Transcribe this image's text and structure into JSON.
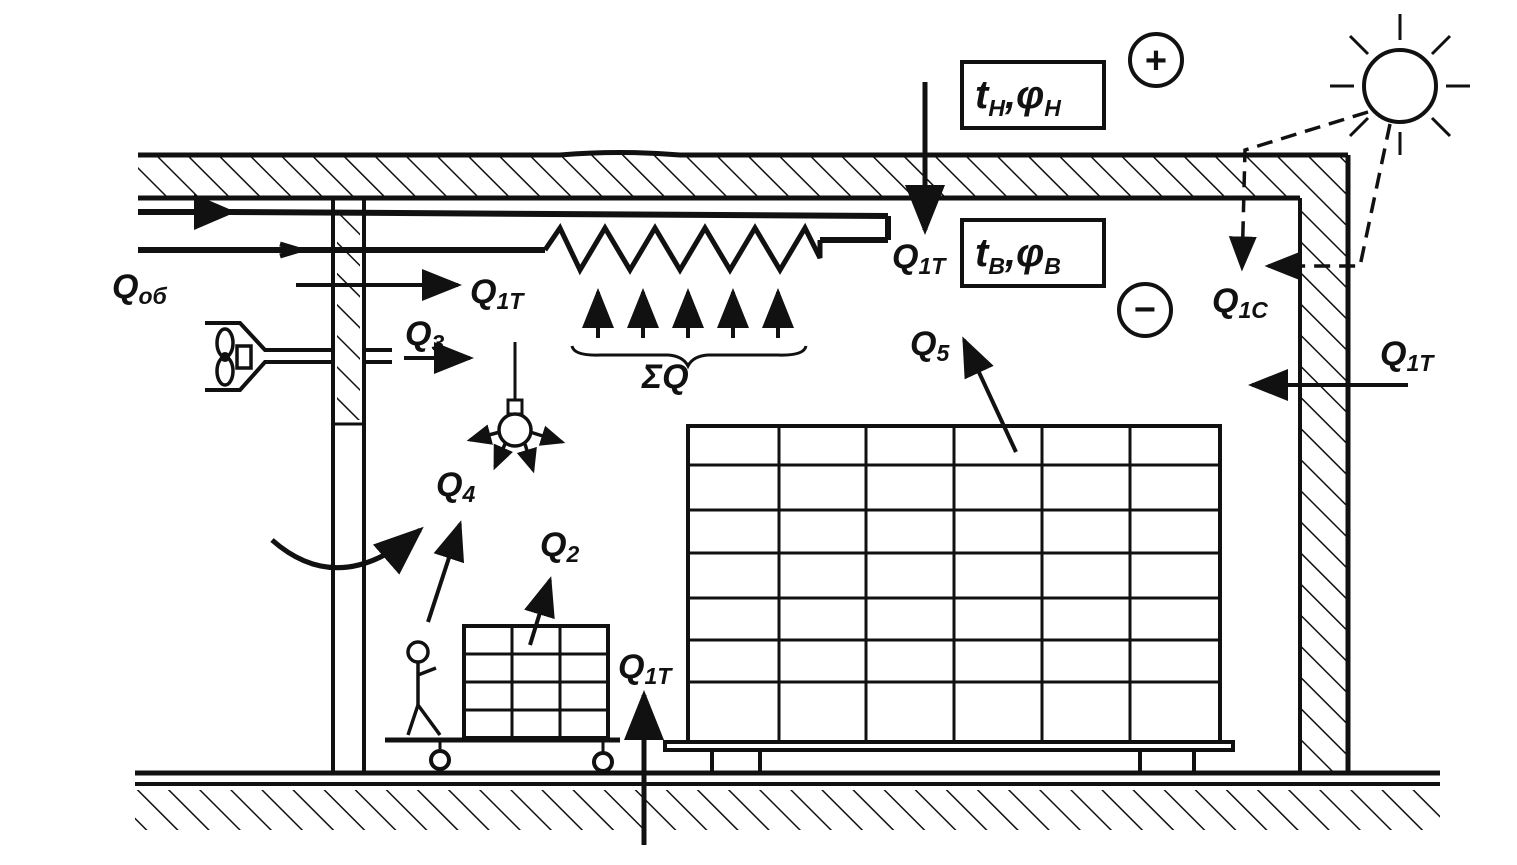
{
  "labels": {
    "outside_conditions": {
      "main_t": "t",
      "sub_t": "Н",
      "sep": ",",
      "main_phi": "φ",
      "sub_phi": "Н"
    },
    "inside_conditions": {
      "main_t": "t",
      "sub_t": "В",
      "sep": ",",
      "main_phi": "φ",
      "sub_phi": "В"
    },
    "q_ob": {
      "main": "Q",
      "sub": "об"
    },
    "q_1t_inner_wall": {
      "main": "Q",
      "sub": "1Т"
    },
    "q_1t_ceiling": {
      "main": "Q",
      "sub": "1Т"
    },
    "q_1t_right_wall": {
      "main": "Q",
      "sub": "1Т"
    },
    "q_1t_floor": {
      "main": "Q",
      "sub": "1Т"
    },
    "q_1c": {
      "main": "Q",
      "sub": "1С"
    },
    "q_3": {
      "main": "Q",
      "sub": "3"
    },
    "q_4": {
      "main": "Q",
      "sub": "4"
    },
    "q_2": {
      "main": "Q",
      "sub": "2"
    },
    "q_5": {
      "main": "Q",
      "sub": "5"
    },
    "sum_q": "ΣQ",
    "plus_sign": "+",
    "minus_sign": "−"
  },
  "colors": {
    "ink": "#111111",
    "background": "#ffffff"
  }
}
